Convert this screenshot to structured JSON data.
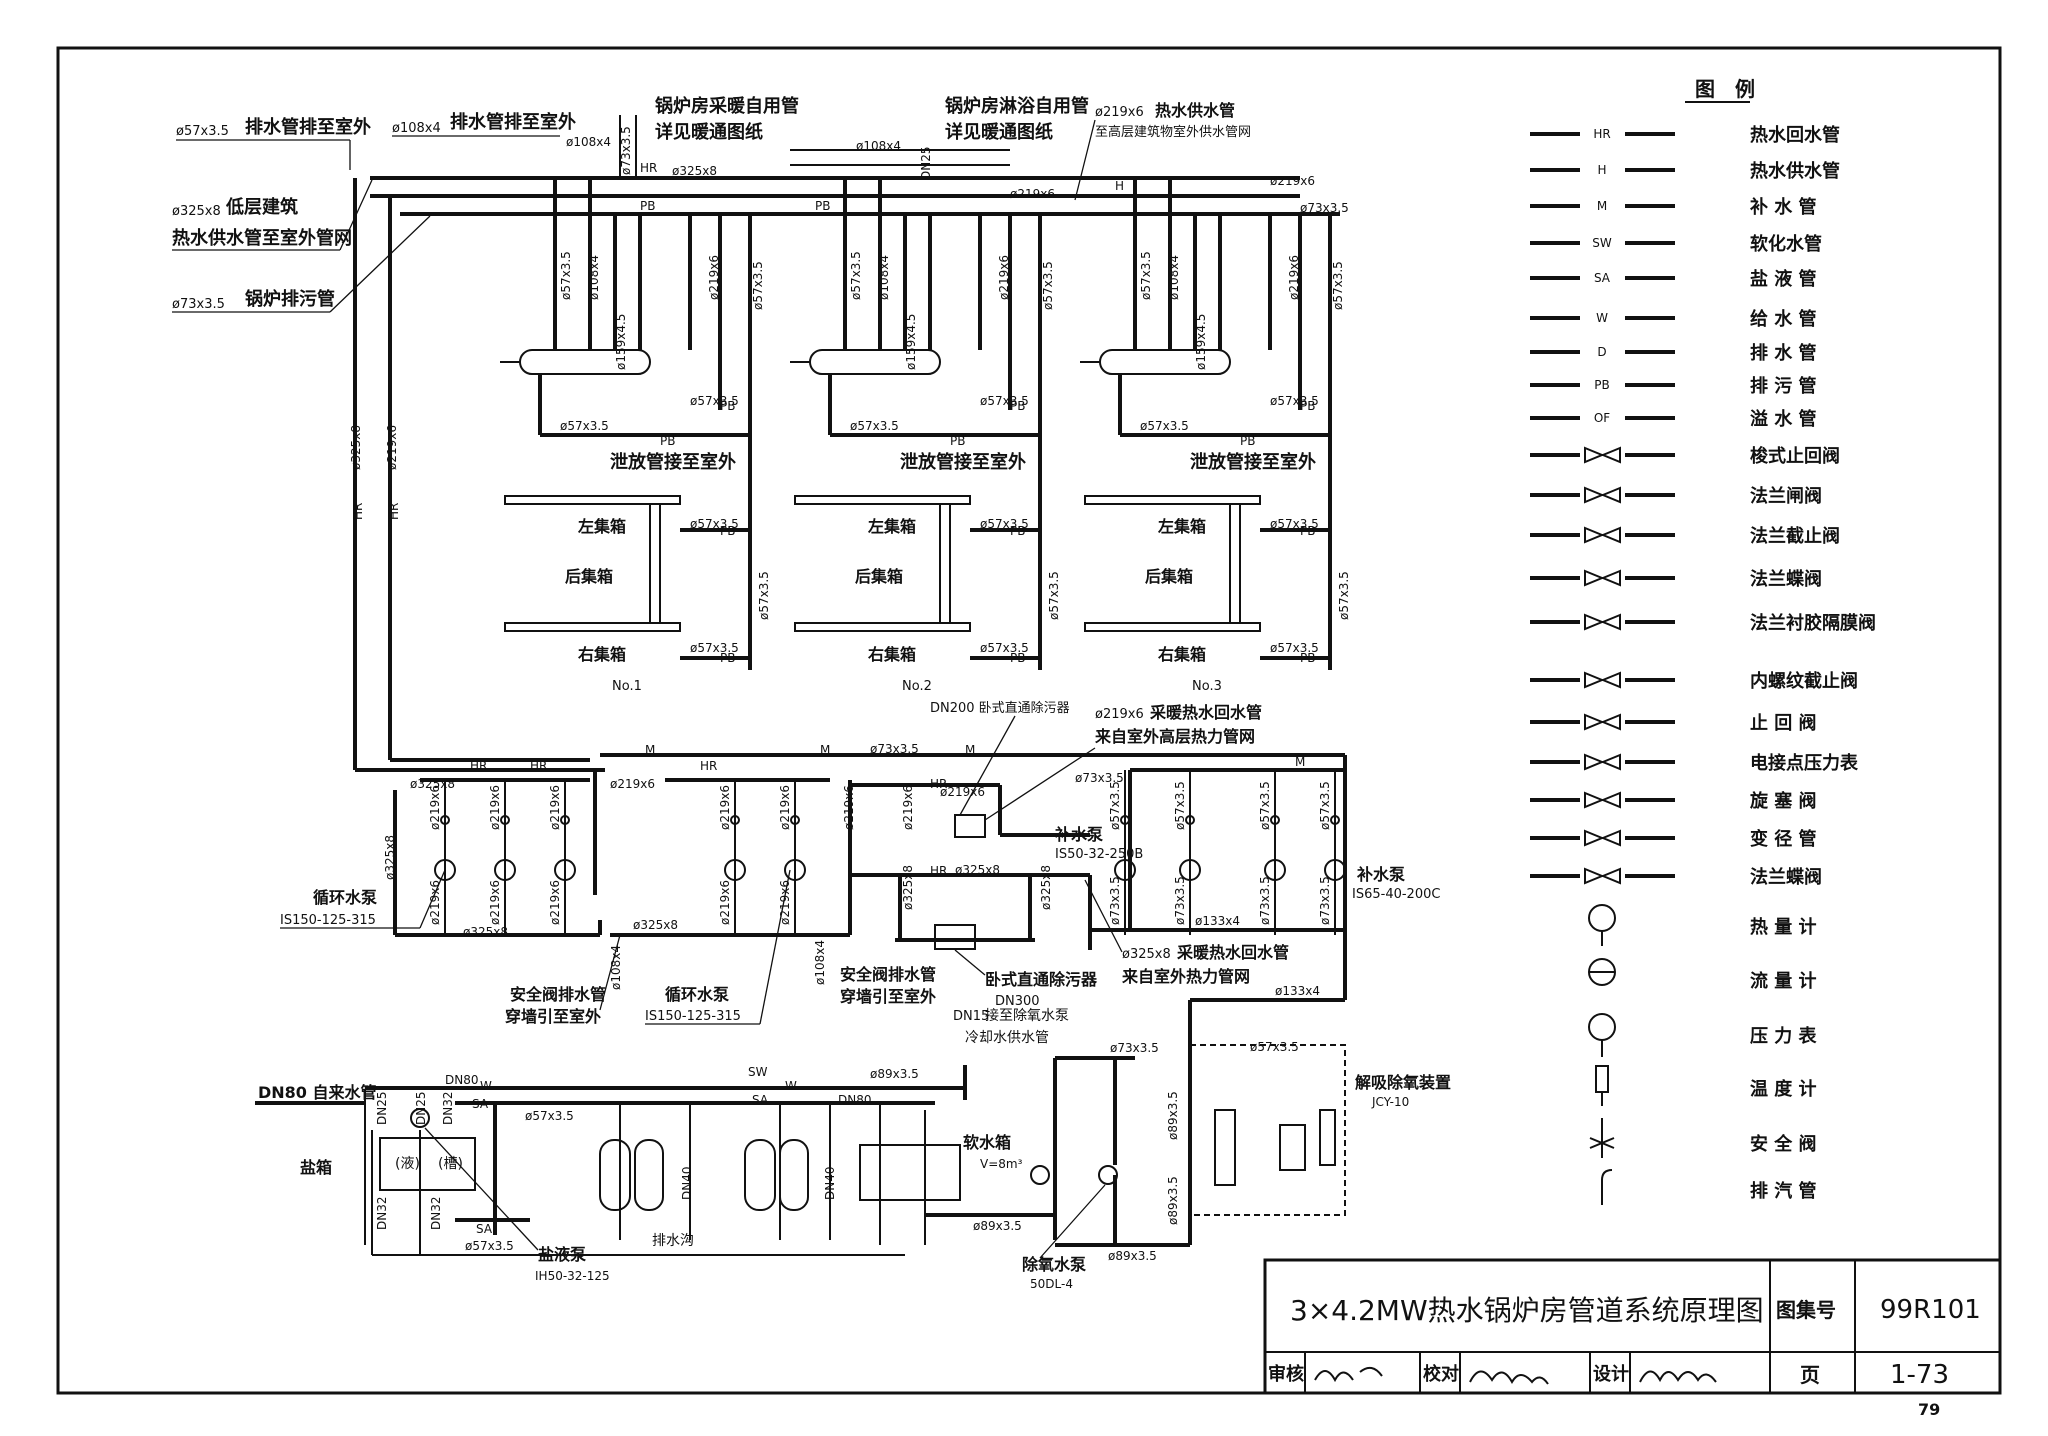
{
  "header_notes": {
    "drain_out": {
      "dim": "ø57x3.5",
      "text": "排水管排至室外"
    },
    "drain_out2": {
      "dim": "ø108x4",
      "text": "排水管排至室外"
    },
    "lowrise": {
      "dim": "ø325x8",
      "text1": "低层建筑",
      "text2": "热水供水管至室外管网"
    },
    "blowdown": {
      "dim": "ø73x3.5",
      "text": "锅炉排污管"
    },
    "heating_use": {
      "text1": "锅炉房采暖自用管",
      "text2": "详见暖通图纸"
    },
    "shower_use": {
      "text1": "锅炉房淋浴自用管",
      "text2": "详见暖通图纸"
    },
    "hot_supply": {
      "dim": "ø219x6",
      "text1": "热水供水管",
      "text2": "至高层建筑物室外供水管网"
    }
  },
  "dims": {
    "d108": "ø108x4",
    "d325": "ø325x8",
    "d219": "ø219x6",
    "d57": "ø57x3.5",
    "d73": "ø73x3.5",
    "d159": "ø159x4.5",
    "d89": "ø89x3.5",
    "d133": "ø133x4",
    "dn25": "DN25",
    "dn32": "DN32",
    "dn40": "DN40",
    "dn80": "DN80",
    "dn15": "DN15",
    "dn300": "DN300",
    "dn200": "DN200"
  },
  "codes": {
    "HR": "HR",
    "H": "H",
    "PB": "PB",
    "D": "D",
    "M": "M",
    "W": "W",
    "SW": "SW",
    "SA": "SA"
  },
  "boilers": [
    {
      "no": "No.1",
      "vent": "泄放管接至室外",
      "left": "左集箱",
      "rear": "后集箱",
      "right": "右集箱"
    },
    {
      "no": "No.2",
      "vent": "泄放管接至室外",
      "left": "左集箱",
      "rear": "后集箱",
      "right": "右集箱"
    },
    {
      "no": "No.3",
      "vent": "泄放管接至室外",
      "left": "左集箱",
      "rear": "后集箱",
      "right": "右集箱"
    }
  ],
  "pump_room": {
    "dirt_sep_top": "DN200 卧式直通除污器",
    "return_high": {
      "dim": "ø219x6",
      "text1": "采暖热水回水管",
      "text2": "来自室外高层热力管网"
    },
    "circ_pump": "循环水泵",
    "circ_model": "IS150-125-315",
    "makeup_pump": "补水泵",
    "makeup_model1": "IS50-32-250B",
    "makeup_model2": "IS65-40-200C",
    "return_low": {
      "dim": "ø325x8",
      "text1": "采暖热水回水管",
      "text2": "来自室外热力管网"
    },
    "safety_drain1": "安全阀排水管",
    "safety_drain1b": "穿墙引至室外",
    "safety_drain2": "安全阀排水管",
    "safety_drain2b": "穿墙引至室外",
    "dirt_sep_bottom": "卧式直通除污器"
  },
  "water_treat": {
    "tap": "DN80 自来水管",
    "salt_box": "盐箱",
    "salt_a": "(液)",
    "salt_b": "(槽)",
    "salt_pump": "盐液泵",
    "salt_pump_model": "IH50-32-125",
    "trench": "排水沟",
    "soft_tank": "软水箱",
    "soft_vol": "V=8m³",
    "to_deaer": "接至除氧水泵",
    "seal_water": "冷却水供水管",
    "deaer_pump": "除氧水泵",
    "deaer_model": "50DL-4",
    "deaerator": "解吸除氧装置",
    "deaerator_model": "JCY-10"
  },
  "legend": {
    "title": "图　例",
    "items": [
      {
        "code": "HR",
        "label": "热水回水管"
      },
      {
        "code": "H",
        "label": "热水供水管"
      },
      {
        "code": "M",
        "label": "补 水 管"
      },
      {
        "code": "SW",
        "label": "软化水管"
      },
      {
        "code": "SA",
        "label": "盐 液 管"
      },
      {
        "code": "W",
        "label": "给 水 管"
      },
      {
        "code": "D",
        "label": "排 水 管"
      },
      {
        "code": "PB",
        "label": "排 污 管"
      },
      {
        "code": "OF",
        "label": "溢 水 管"
      },
      {
        "code": "",
        "label": "梭式止回阀"
      },
      {
        "code": "",
        "label": "法兰闸阀"
      },
      {
        "code": "",
        "label": "法兰截止阀"
      },
      {
        "code": "",
        "label": "法兰蝶阀"
      },
      {
        "code": "",
        "label": "法兰衬胶隔膜阀"
      },
      {
        "code": "",
        "label": "内螺纹截止阀"
      },
      {
        "code": "",
        "label": "止 回 阀"
      },
      {
        "code": "",
        "label": "电接点压力表"
      },
      {
        "code": "",
        "label": "旋 塞 阀"
      },
      {
        "code": "",
        "label": "变 径 管"
      },
      {
        "code": "",
        "label": "法兰蝶阀"
      },
      {
        "code": "",
        "label": "热 量 计"
      },
      {
        "code": "",
        "label": "流 量 计"
      },
      {
        "code": "",
        "label": "压 力 表"
      },
      {
        "code": "",
        "label": "温 度 计"
      },
      {
        "code": "",
        "label": "安 全 阀"
      },
      {
        "code": "",
        "label": "排 汽 管"
      }
    ]
  },
  "title_block": {
    "title": "3×4.2MW热水锅炉房管道系统原理图",
    "atlas_label": "图集号",
    "atlas_no": "99R101",
    "review": "审核",
    "check": "校对",
    "design": "设计",
    "page_label": "页",
    "page_no": "1-73"
  },
  "page_number": "79"
}
